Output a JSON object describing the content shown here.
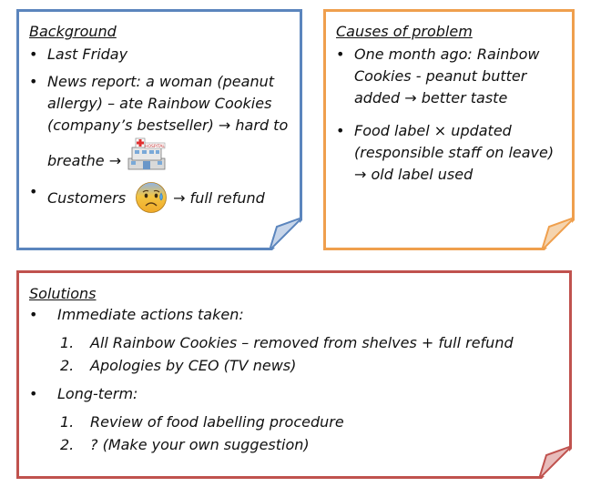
{
  "background": {
    "title": "Background",
    "items": [
      "Last Friday",
      "News report: a woman (peanut allergy) – ate Rainbow Cookies (company’s bestseller) → hard to breathe →",
      "Customers",
      "→ full refund"
    ],
    "hospital_sign": "HOSPITAL",
    "icons": [
      "hospital-icon",
      "anxious-face-icon"
    ]
  },
  "causes": {
    "title": "Causes of problem",
    "items": [
      "One month ago: Rainbow Cookies - peanut butter added → better taste",
      "Food label × updated (responsible staff on leave) → old label used"
    ]
  },
  "solutions": {
    "title": "Solutions",
    "groups": [
      {
        "label": "Immediate actions taken:",
        "numbers": [
          "1.",
          "2."
        ],
        "steps": [
          "All Rainbow Cookies – removed from shelves + full refund",
          "Apologies by CEO (TV news)"
        ]
      },
      {
        "label": "Long-term:",
        "numbers": [
          "1.",
          "2."
        ],
        "steps": [
          "Review of food labelling procedure",
          "? (Make your own suggestion)"
        ]
      }
    ]
  },
  "colors": {
    "background_border": "#5b85bd",
    "causes_border": "#ef9f4d",
    "solutions_border": "#c0524e"
  }
}
